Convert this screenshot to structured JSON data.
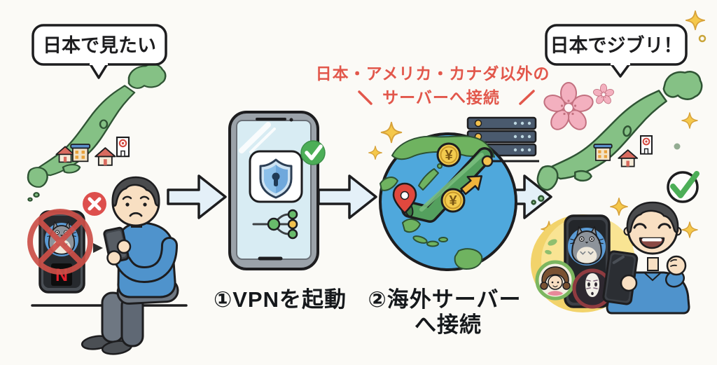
{
  "bubbles": {
    "left": "日本で見たい",
    "right": "日本でジブリ！"
  },
  "server_note": {
    "line1": "日本・アメリカ・カナダ以外の",
    "line2": "サーバーへ接続"
  },
  "steps": {
    "step1_label": "①VPNを起動",
    "step2_label_line1": "②海外サーバー",
    "step2_label_line2": "へ接続"
  },
  "left_scene": {
    "netflix_letter": "N"
  },
  "globe": {
    "coin_symbol": "¥"
  },
  "icons": {
    "check": "✓",
    "error-x": "✕",
    "prohibited": "🚫",
    "sparkle": "✦",
    "sakura": "❀",
    "yen-coin": "¥"
  },
  "palette": {
    "background": "#fbfaf6",
    "ink": "#1d1d1f",
    "map-green": "#85c185",
    "map-outline": "#2f5434",
    "accent-red": "#e2574b",
    "flow-arrow-fill": "#e4f0f8",
    "phone-screen-blue": "#d8ecf3",
    "shield-blue": "#6fa8dc",
    "shield-blue-light": "#8cc0ea",
    "success-green": "#4cae57",
    "coin-gold": "#f3cb4e",
    "sparkle-gold": "#f5c84b",
    "ocean-blue": "#4fa8dc",
    "land-green": "#6fb360",
    "pipe-green": "#54a05e",
    "server-navy": "#4a5a6e",
    "netflix-red": "#e3212d",
    "prohibited-red": "#cc4f48",
    "skin": "#f8dfc2",
    "hair-gray": "#4a4b4d",
    "shirt-blue": "#4f93cc",
    "pants-gray": "#6e7782",
    "sakura-pink": "#f3b0bf",
    "blob-yellow": "#f9e493",
    "totoro-gray": "#8d939a"
  }
}
